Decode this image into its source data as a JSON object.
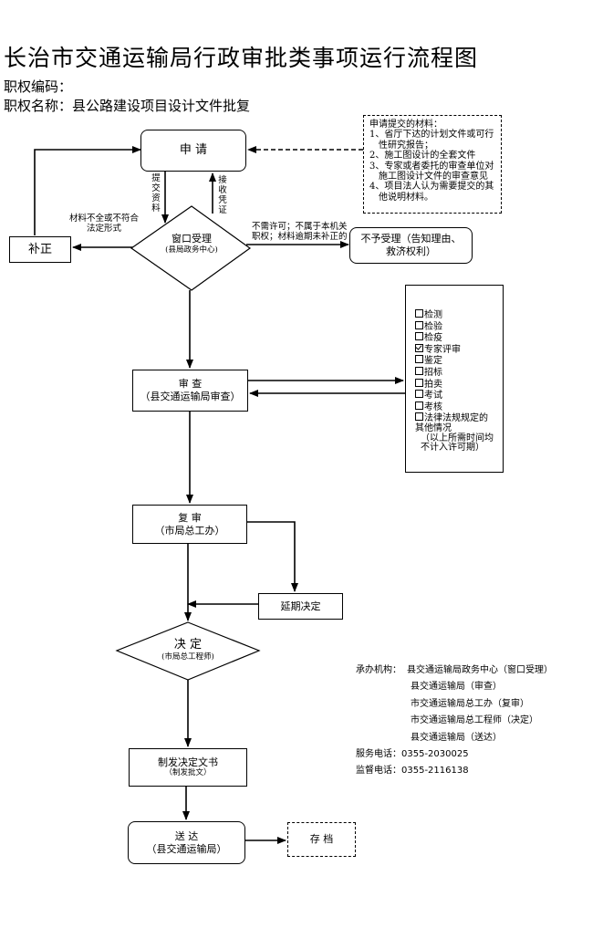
{
  "header": {
    "title": "长治市交通运输局行政审批类事项运行流程图",
    "code_label": "职权编码：",
    "name_label": "职权名称：县公路建设项目设计文件批复"
  },
  "nodes": {
    "apply": "申 请",
    "correct": "补正",
    "window": {
      "title": "窗口受理",
      "sub": "(县局政务中心)"
    },
    "reject": {
      "line1": "不予受理（告知理由、",
      "line2": "救济权利）"
    },
    "review": {
      "title": "审    查",
      "sub": "（县交通运输局审查）"
    },
    "recheck": {
      "title": "复    审",
      "sub": "（市局总工办）"
    },
    "extend": "延期决定",
    "decide": {
      "title": "决    定",
      "sub": "(市局总工程师)"
    },
    "issue": {
      "title": "制发决定文书",
      "sub": "（制发批文）"
    },
    "deliver": {
      "title": "送    达",
      "sub": "（县交通运输局）"
    },
    "archive": "存   档"
  },
  "edge_labels": {
    "submit": "提交资料",
    "receive": "接收凭证",
    "incomplete": {
      "line1": "材料不全或不符合",
      "line2": "法定形式"
    },
    "no_permit": {
      "line1": "不需许可；不属于本机关",
      "line2": "职权；材料逾期未补正的"
    }
  },
  "materials": {
    "heading": "申请提交的材料：",
    "items": [
      "1、省厅下达的计划文件或可行性研究报告；",
      "2、施工图设计的全套文件",
      "3、专家或者委托的审查单位对施工图设计文件的审查意见",
      "4、项目法人认为需要提交的其他说明材料。"
    ]
  },
  "checklist": {
    "items": [
      {
        "label": "检测",
        "checked": false
      },
      {
        "label": "检验",
        "checked": false
      },
      {
        "label": "检疫",
        "checked": false
      },
      {
        "label": "专家评审",
        "checked": true
      },
      {
        "label": "鉴定",
        "checked": false
      },
      {
        "label": "招标",
        "checked": false
      },
      {
        "label": "拍卖",
        "checked": false
      },
      {
        "label": "考试",
        "checked": false
      },
      {
        "label": "考核",
        "checked": false
      },
      {
        "label": "法律法规规定的其他情况",
        "checked": false
      }
    ],
    "note": "（以上所需时间均不计入许可期）"
  },
  "info": {
    "org_label": "承办机构：",
    "orgs": [
      "县交通运输局政务中心（窗口受理）",
      "县交通运输局（审查）",
      "市交通运输局总工办（复审）",
      "市交通运输局总工程师（决定）",
      "县交通运输局（送达）"
    ],
    "service_phone": "服务电话：0355-2030025",
    "supervise_phone": "监督电话：0355-2116138"
  }
}
